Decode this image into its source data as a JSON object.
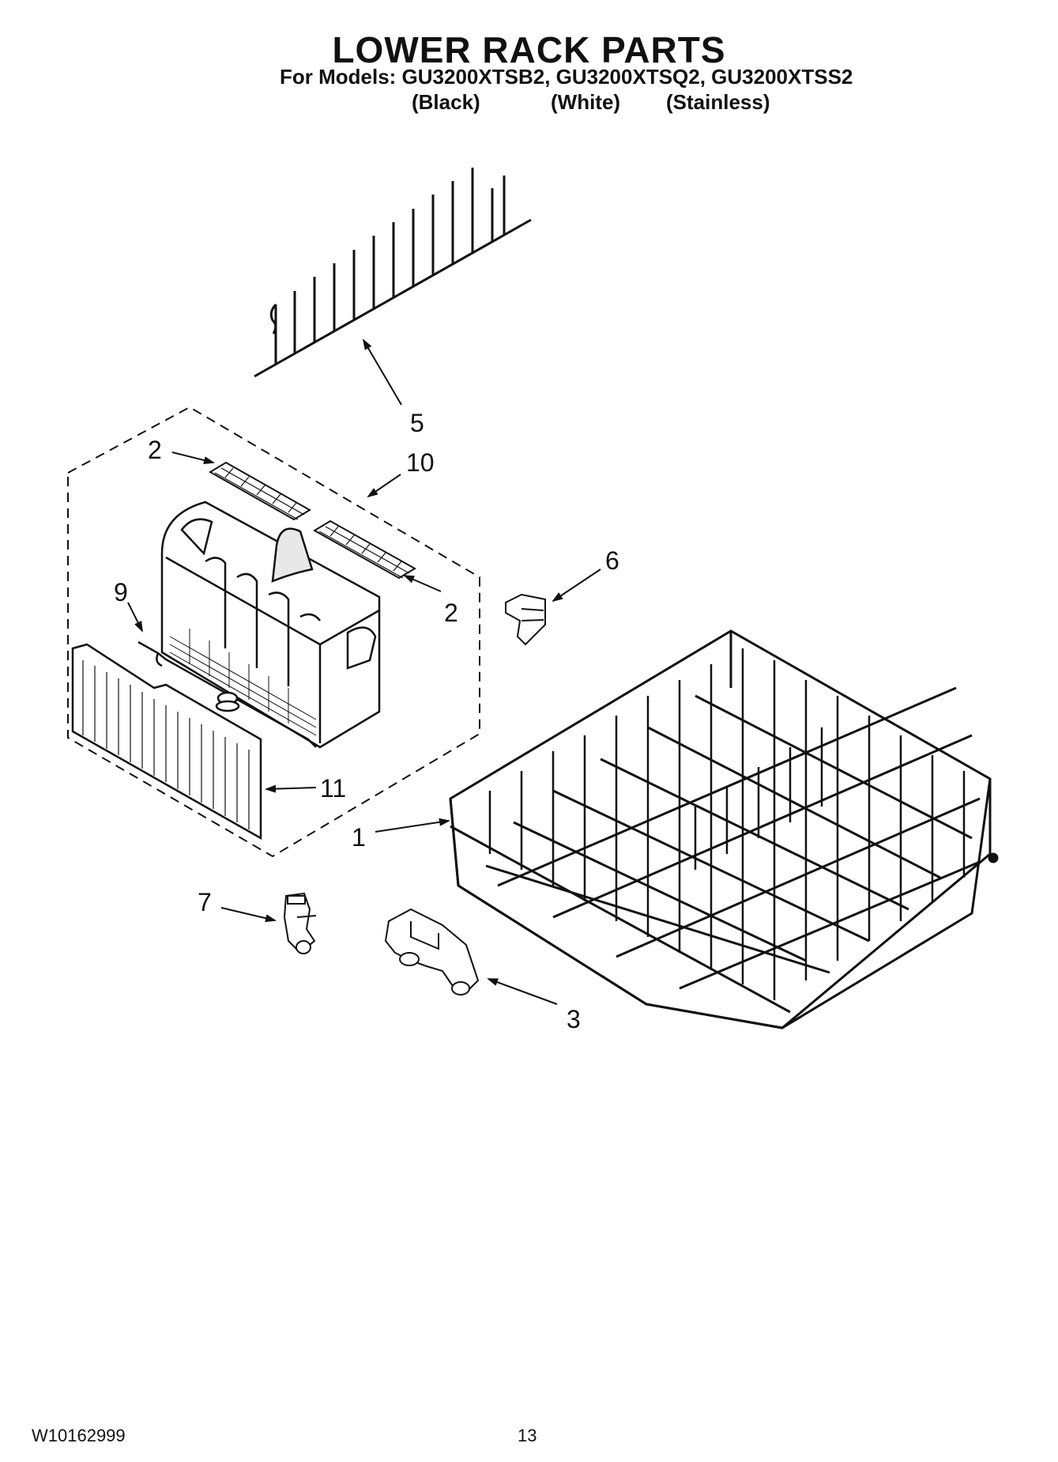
{
  "header": {
    "title": "LOWER RACK PARTS",
    "subtitle": "For Models: GU3200XTSB2, GU3200XTSQ2, GU3200XTSS2",
    "variants": [
      "(Black)",
      "(White)",
      "(Stainless)"
    ]
  },
  "callouts": {
    "c1": "1",
    "c2a": "2",
    "c2b": "2",
    "c3": "3",
    "c5": "5",
    "c6": "6",
    "c7": "7",
    "c9": "9",
    "c10": "10",
    "c11": "11"
  },
  "footer": {
    "doc_number": "W10162999",
    "page_number": "13"
  }
}
